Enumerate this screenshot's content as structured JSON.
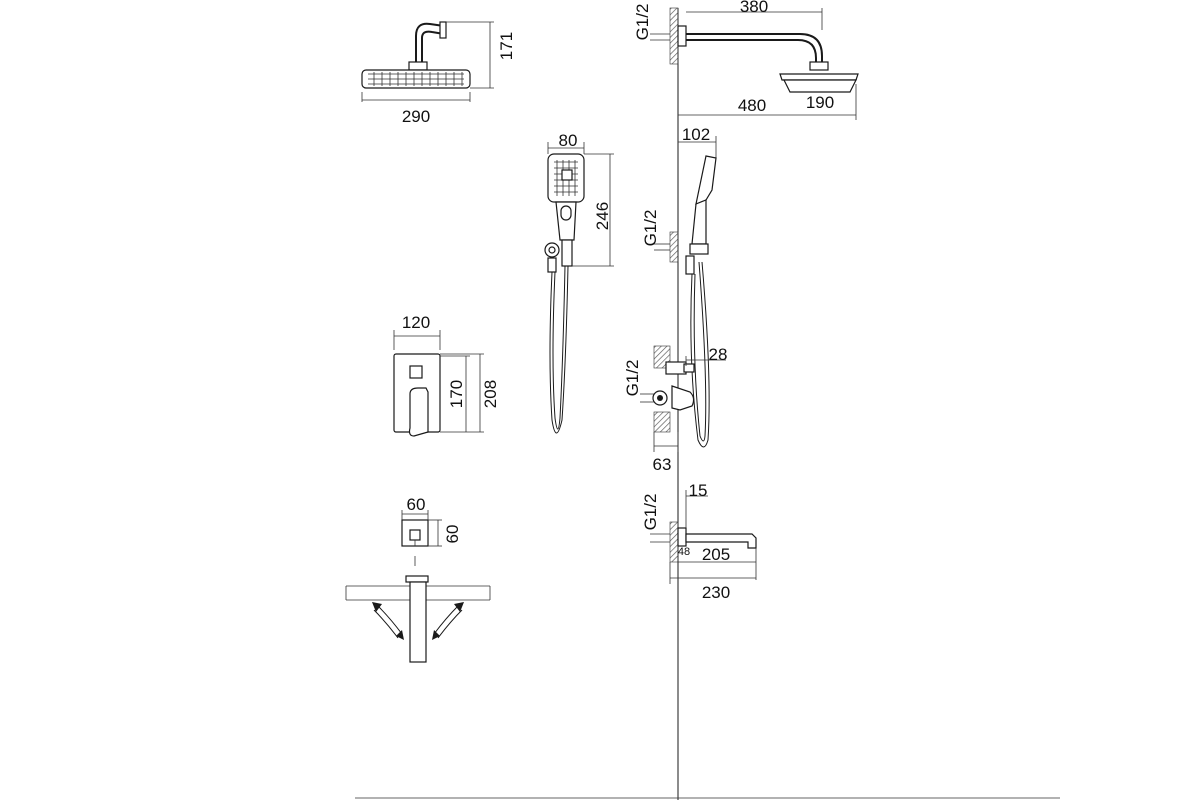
{
  "dimensions": {
    "head_width": "290",
    "head_height": "171",
    "arm_length": "380",
    "wall_to_center": "480",
    "head_depth": "190",
    "thread_top": "G1/2",
    "hand_width": "80",
    "hand_length": "246",
    "hand_depth": "102",
    "thread_hand": "G1/2",
    "plate_width": "120",
    "plate_inner": "170",
    "plate_height": "208",
    "mixer_offset": "28",
    "thread_mixer": "G1/2",
    "mixer_depth": "63",
    "box_width": "60",
    "box_height": "60",
    "spout_offset": "15",
    "thread_spout": "G1/2",
    "spout_small": "48",
    "spout_length": "205",
    "spout_total": "230"
  },
  "colors": {
    "line": "#1a1a1a",
    "hatch": "#555555",
    "background": "#ffffff"
  }
}
